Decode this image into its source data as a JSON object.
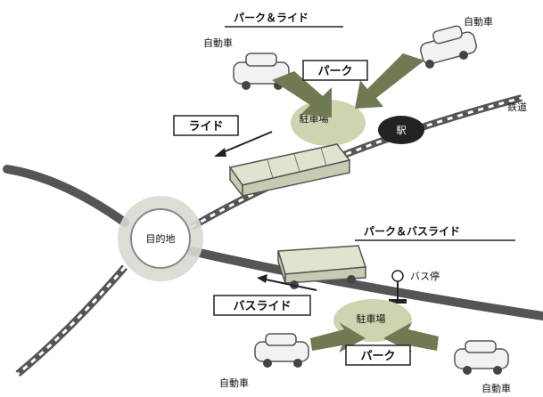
{
  "diagram": {
    "park_and_ride_title": "パーク＆ライド",
    "park_and_bus_ride_title": "パーク＆バスライド",
    "car_label": "自動車",
    "rail_label": "鉄道",
    "station_label": "駅",
    "parking_label": "駐車場",
    "park_label": "パーク",
    "ride_label": "ライド",
    "bus_ride_label": "バスライド",
    "bus_stop_label": "バス停",
    "destination_label": "目的地"
  }
}
